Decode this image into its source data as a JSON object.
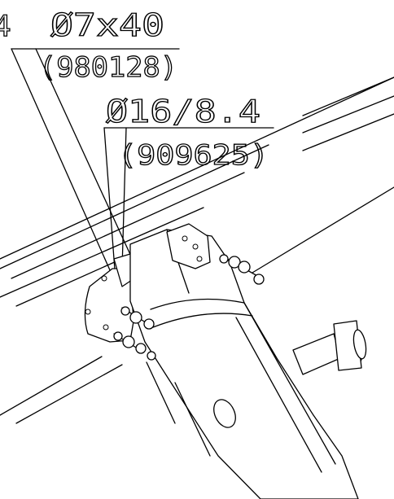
{
  "callouts": [
    {
      "spec": "Ø7x40",
      "part": "(980128)"
    },
    {
      "spec": "Ø16/8.4",
      "part": "(909625)"
    }
  ],
  "edge_mark": "4",
  "colors": {
    "line": "#000000",
    "background": "#ffffff"
  }
}
